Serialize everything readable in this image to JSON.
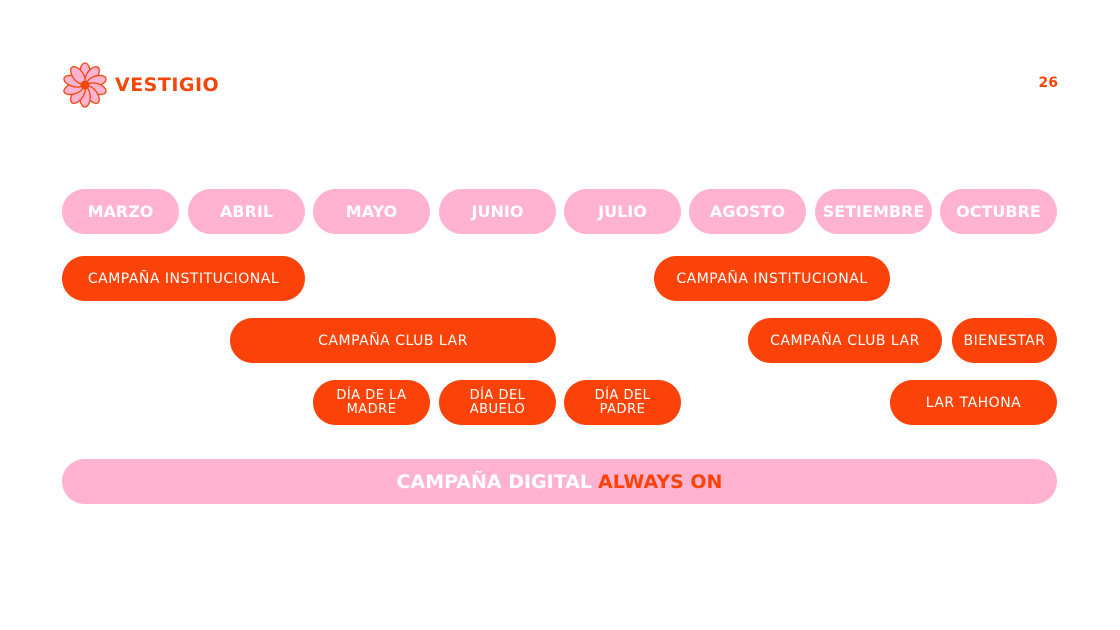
{
  "brand": {
    "name": "VESTIGIO",
    "color": "#f2460a",
    "icon": "flower-icon"
  },
  "page_number": "26",
  "months": [
    "MARZO",
    "ABRIL",
    "MAYO",
    "JUNIO",
    "JULIO",
    "AGOSTO",
    "SETIEMBRE",
    "OCTUBRE"
  ],
  "campaigns": {
    "institucional_1": "CAMPAÑA INSTITUCIONAL",
    "institucional_2": "CAMPAÑA INSTITUCIONAL",
    "club_lar_1": "CAMPAÑA CLUB LAR",
    "club_lar_2": "CAMPAÑA CLUB LAR",
    "bienestar": "BIENESTAR",
    "dia_madre": "DÍA DE LA MADRE",
    "dia_abuelo": "DÍA DEL ABUELO",
    "dia_padre": "DÍA DEL PADRE",
    "lar_tahona": "LAR TAHONA"
  },
  "digital": {
    "label": "CAMPAÑA DIGITAL",
    "highlight": "ALWAYS ON"
  },
  "colors": {
    "month_pill": "#ffb3d0",
    "campaign_pill": "#fb4208",
    "accent": "#fb4208",
    "text": "#ffffff"
  }
}
